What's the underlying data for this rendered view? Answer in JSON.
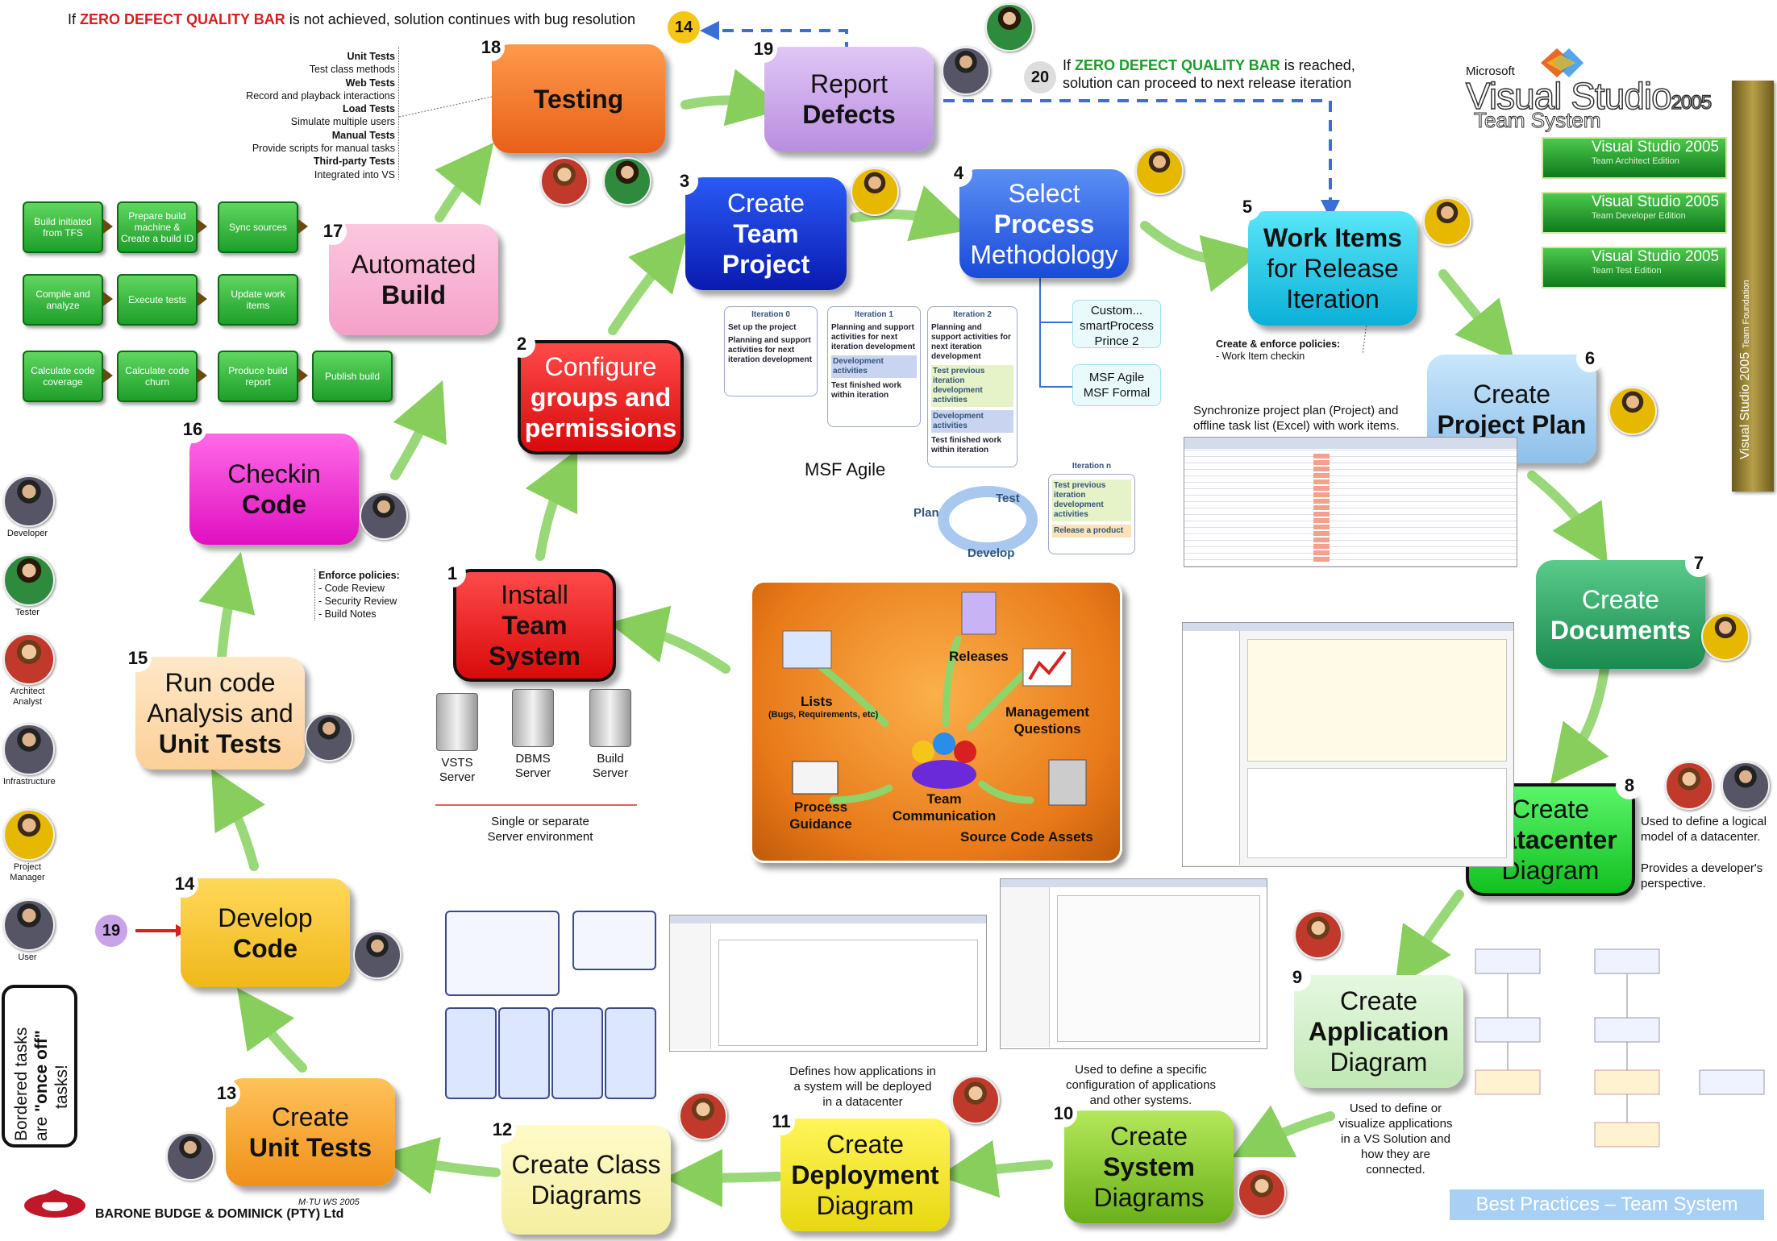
{
  "header": {
    "bug_note_prefix": "If ",
    "bug_note_bar": "ZERO DEFECT QUALITY BAR",
    "bug_note_suffix": " is not achieved, solution continues with bug resolution",
    "circle_14": "14",
    "circle_20": "20",
    "reach_note_line1_prefix": "If ",
    "reach_note_bar": "ZERO DEFECT QUALITY BAR",
    "reach_note_line1_suffix": " is reached,",
    "reach_note_line2": "solution can proceed to next release iteration"
  },
  "vs": {
    "microsoft": "Microsoft",
    "title": "Visual Studio",
    "year": "2005",
    "team_system": "Team System",
    "editions": [
      {
        "name": "Visual Studio 2005",
        "edition": "Team Architect Edition"
      },
      {
        "name": "Visual Studio 2005",
        "edition": "Team Developer Edition"
      },
      {
        "name": "Visual Studio 2005",
        "edition": "Team Test Edition"
      }
    ],
    "side_label": "Visual Studio 2005",
    "side_sub": "Team Foundation"
  },
  "steps": {
    "s1": {
      "num": "1",
      "l1": "Install",
      "l2": "Team",
      "l3": "System"
    },
    "s2": {
      "num": "2",
      "l1": "Configure",
      "l2": "groups and",
      "l3": "permissions"
    },
    "s3": {
      "num": "3",
      "l1": "Create",
      "l2": "Team",
      "l3": "Project"
    },
    "s4": {
      "num": "4",
      "l1": "Select",
      "l2": "Process",
      "l3": "Methodology"
    },
    "s5": {
      "num": "5",
      "l1": "Work Items",
      "l2": "for Release",
      "l3": "Iteration"
    },
    "s6": {
      "num": "6",
      "l1": "Create",
      "l2": "Project Plan"
    },
    "s7": {
      "num": "7",
      "l1": "Create",
      "l2": "Documents"
    },
    "s8": {
      "num": "8",
      "l1": "Create",
      "l2": "Datacenter",
      "l3": "Diagram"
    },
    "s9": {
      "num": "9",
      "l1": "Create",
      "l2": "Application",
      "l3": "Diagram"
    },
    "s10": {
      "num": "10",
      "l1": "Create",
      "l2": "System",
      "l3": "Diagrams"
    },
    "s11": {
      "num": "11",
      "l1": "Create",
      "l2": "Deployment",
      "l3": "Diagram"
    },
    "s12": {
      "num": "12",
      "l1": "Create Class",
      "l2": "Diagrams"
    },
    "s13": {
      "num": "13",
      "l1": "Create",
      "l2": "Unit Tests"
    },
    "s14": {
      "num": "14",
      "l1": "Develop",
      "l2": "Code"
    },
    "s15": {
      "num": "15",
      "l1": "Run code",
      "l2": "Analysis and",
      "l3": "Unit Tests"
    },
    "s16": {
      "num": "16",
      "l1": "Checkin",
      "l2": "Code"
    },
    "s17": {
      "num": "17",
      "l1": "Automated",
      "l2": "Build"
    },
    "s18": {
      "num": "18",
      "l1": "Testing"
    },
    "s19": {
      "num": "19",
      "l1": "Report",
      "l2": "Defects"
    }
  },
  "circle_19_left": "19",
  "tests_list": [
    {
      "t": "Unit Tests",
      "b": true
    },
    {
      "t": "Test class methods",
      "b": false
    },
    {
      "t": "Web Tests",
      "b": true
    },
    {
      "t": "Record and playback interactions",
      "b": false
    },
    {
      "t": "Load Tests",
      "b": true
    },
    {
      "t": "Simulate multiple users",
      "b": false
    },
    {
      "t": "Manual Tests",
      "b": true
    },
    {
      "t": "Provide scripts for manual tasks",
      "b": false
    },
    {
      "t": "Third-party Tests",
      "b": true
    },
    {
      "t": "Integrated into VS",
      "b": false
    }
  ],
  "build_steps": [
    "Build initiated from TFS",
    "Prepare build machine & Create a build ID",
    "Sync sources",
    "Compile and analyze",
    "Execute tests",
    "Update work items",
    "Calculate code coverage",
    "Calculate code churn",
    "Produce build report",
    "Publish build"
  ],
  "methodology_options": [
    {
      "l1": "Custom...",
      "l2": "smartProcess",
      "l3": "Prince 2"
    },
    {
      "l1": "MSF Agile",
      "l2": "MSF Formal"
    }
  ],
  "work_item_note": {
    "title": "Create & enforce policies:",
    "item": "- Work Item checkin"
  },
  "plan_note": {
    "l1": "Synchronize project plan (Project) and",
    "l2": "offline task list (Excel) with work items."
  },
  "checkin_note": {
    "title": "Enforce policies:",
    "items": [
      "- Code Review",
      "- Security Review",
      "- Build Notes"
    ]
  },
  "iterations": {
    "i0": {
      "title": "Iteration 0",
      "items": [
        "Set up the project",
        "Planning and support activities for next iteration development"
      ]
    },
    "i1": {
      "title": "Iteration 1",
      "items": [
        "Planning and support activities for next iteration development",
        "Development activities",
        "Test finished work within iteration"
      ]
    },
    "i2": {
      "title": "Iteration 2",
      "items": [
        "Planning and support activities for next iteration development",
        "Test previous iteration development activities",
        "Development activities",
        "Test finished work within iteration"
      ]
    },
    "in": {
      "title": "Iteration n",
      "items": [
        "Test previous iteration development activities",
        "Release a product"
      ]
    },
    "label": "MSF Agile",
    "cycle": {
      "plan": "Plan",
      "test": "Test",
      "develop": "Develop"
    }
  },
  "servers": [
    {
      "l1": "VSTS",
      "l2": "Server"
    },
    {
      "l1": "DBMS",
      "l2": "Server"
    },
    {
      "l1": "Build",
      "l2": "Server"
    }
  ],
  "server_note": {
    "l1": "Single or separate",
    "l2": "Server environment"
  },
  "hub": {
    "releases": "Releases",
    "lists": "Lists",
    "lists_sub": "(Bugs, Requirements, etc)",
    "mgmt_l1": "Management",
    "mgmt_l2": "Questions",
    "guidance_l1": "Process",
    "guidance_l2": "Guidance",
    "team_l1": "Team",
    "team_l2": "Communication",
    "source": "Source Code Assets"
  },
  "datacenter_note": {
    "l1": "Used to define a logical",
    "l2": "model of a datacenter.",
    "l3": "Provides a developer's",
    "l4": "perspective."
  },
  "application_note": {
    "l1": "Used to define or",
    "l2": "visualize applications",
    "l3": "in a VS Solution and",
    "l4": "how they are",
    "l5": "connected."
  },
  "system_note": {
    "l1": "Used to define a specific",
    "l2": "configuration of applications",
    "l3": "and other systems."
  },
  "deployment_note": {
    "l1": "Defines how applications in",
    "l2": "a system will be deployed",
    "l3": "in a datacenter"
  },
  "personas": [
    "Developer",
    "Tester",
    "Architect Analyst",
    "Infrastructure",
    "Project Manager",
    "User"
  ],
  "bordered_note": {
    "l1": "Bordered tasks",
    "l2a": "are ",
    "l2b": "\"once off\"",
    "l3": "tasks!"
  },
  "footer": {
    "company": "BARONE BUDGE & DOMINICK (PTY) Ltd",
    "tag": "M·TU WS 2005",
    "banner": "Best Practices – Team System"
  },
  "colors": {
    "green_arrow": "#7cc94c",
    "testing": "#f5792a",
    "report": "#c9a3e8",
    "team_project": "#1638d8",
    "process": "#3a6fd8",
    "work_items": "#27c9e9",
    "project_plan": "#a8d4f5",
    "documents": "#3aa06a",
    "datacenter": "#27d83a",
    "application": "#d4f5c8",
    "system": "#8fd02a",
    "deployment": "#f5e81a",
    "class_diag": "#fbf6a8",
    "unit_tests": "#f5a21a",
    "develop": "#f5c61a",
    "analysis": "#fbd9a8",
    "checkin": "#f53ad8",
    "build": "#f8b4d4",
    "install": "#e82020",
    "configure": "#e82020"
  }
}
